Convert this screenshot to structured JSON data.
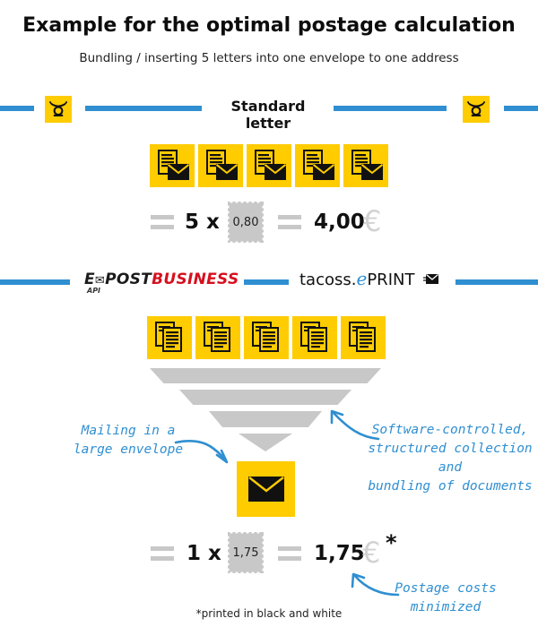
{
  "header": {
    "title": "Example for the optimal postage calculation",
    "subtitle": "Bundling / inserting 5 letters into one envelope to one address"
  },
  "standard_section": {
    "label": "Standard letter",
    "logo_icon": "deutsche-post-horn-icon",
    "letters": [
      {
        "icon": "document-with-envelope-icon"
      },
      {
        "icon": "document-with-envelope-icon"
      },
      {
        "icon": "document-with-envelope-icon"
      },
      {
        "icon": "document-with-envelope-icon"
      },
      {
        "icon": "document-with-envelope-icon"
      }
    ],
    "equation": {
      "multiplier": "5 x",
      "stamp_value": "0,80",
      "total": "4,00",
      "currency": "€"
    }
  },
  "optimized_section": {
    "brand_left": {
      "prefix": "E",
      "post": "POST",
      "business": "BUSINESS",
      "api": "API"
    },
    "brand_right": {
      "prefix": "tacoss.",
      "e": "e",
      "suffix": "PRINT"
    },
    "documents": [
      {
        "icon": "document-stack-icon"
      },
      {
        "icon": "document-stack-icon"
      },
      {
        "icon": "document-stack-icon"
      },
      {
        "icon": "document-stack-icon"
      },
      {
        "icon": "document-stack-icon"
      }
    ],
    "envelope_icon": "envelope-icon",
    "notes": {
      "mailing": [
        "Mailing in a",
        "large envelope"
      ],
      "software": [
        "Software-controlled,",
        "structured collection and",
        "bundling of documents"
      ],
      "minimized": [
        "Postage costs",
        "minimized"
      ]
    },
    "equation": {
      "multiplier": "1 x",
      "stamp_value": "1,75",
      "total": "1,75",
      "currency": "€",
      "asterisk": "*"
    }
  },
  "footnote": "*printed in black and white",
  "colors": {
    "accent_blue": "#2f8fd1",
    "post_yellow": "#ffcc00",
    "gray": "#c8c8c8",
    "business_red": "#d6101f"
  }
}
